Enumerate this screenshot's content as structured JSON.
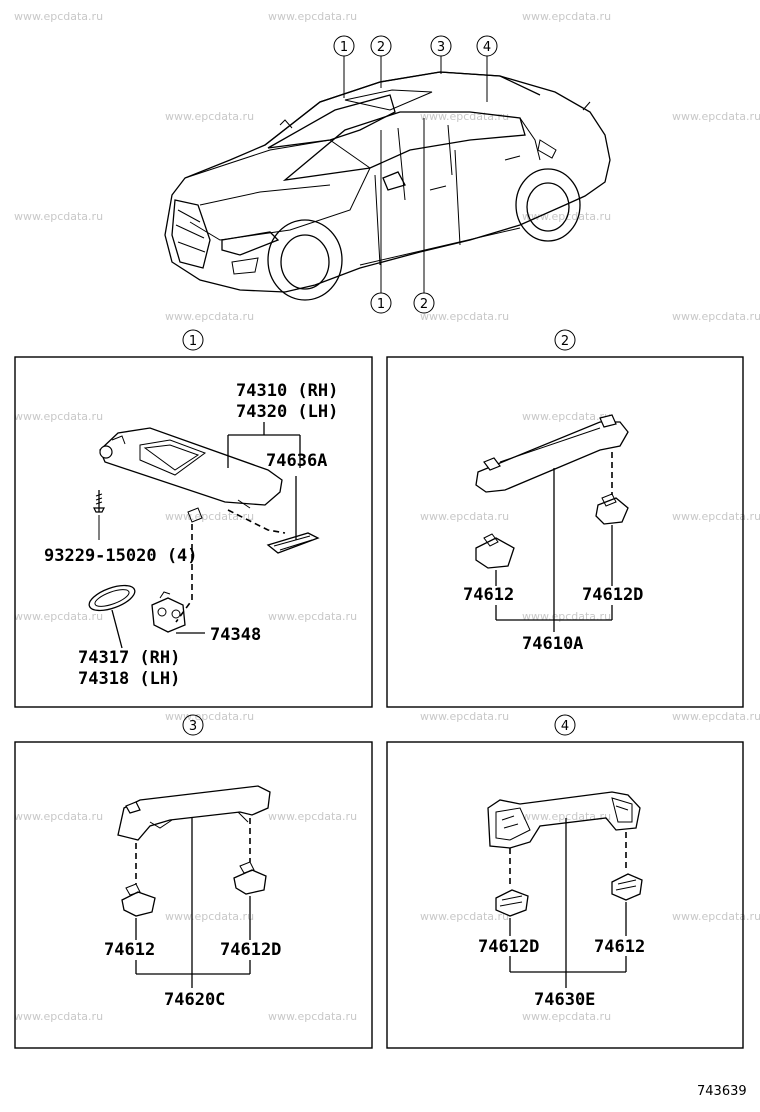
{
  "watermark": "www.epcdata.ru",
  "diagram_ref": "743639",
  "car_callouts": {
    "top": [
      "1",
      "2",
      "3",
      "4"
    ],
    "bottom": [
      "1",
      "2"
    ]
  },
  "panels": {
    "p1": {
      "marker": "1",
      "labels": {
        "visor_rh": "74310 (RH)",
        "visor_lh": "74320 (LH)",
        "holder": "74636A",
        "screw": "93229-15020 (4)",
        "clip": "74348",
        "mirror_cover_rh": "74317 (RH)",
        "mirror_cover_lh": "74318 (LH)"
      }
    },
    "p2": {
      "marker": "2",
      "labels": {
        "cap_a": "74612",
        "cap_b": "74612D",
        "grip": "74610A"
      }
    },
    "p3": {
      "marker": "3",
      "labels": {
        "cap_a": "74612",
        "cap_b": "74612D",
        "grip": "74620C"
      }
    },
    "p4": {
      "marker": "4",
      "labels": {
        "cap_a": "74612D",
        "cap_b": "74612",
        "grip": "74630E"
      }
    }
  }
}
